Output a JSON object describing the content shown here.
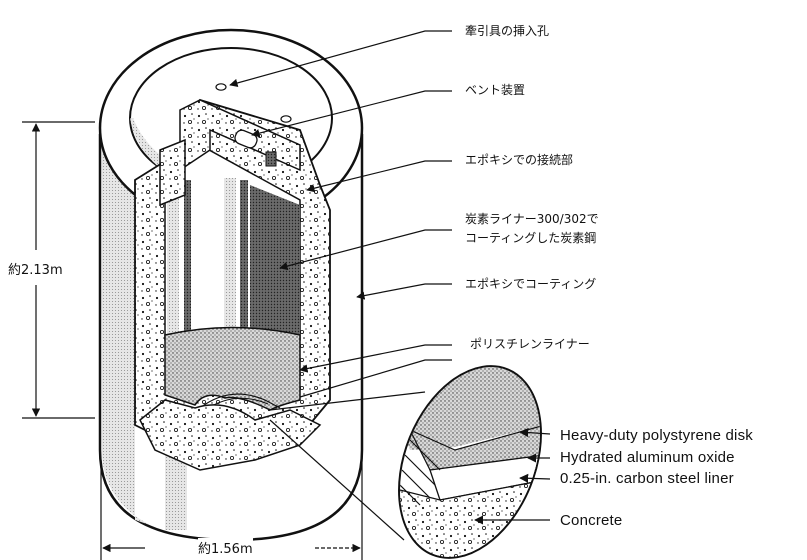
{
  "diagram": {
    "subject": "Cutaway view of cylindrical concrete waste container",
    "callouts_jp": [
      {
        "id": "lifting-hole",
        "text": "牽引具の挿入孔"
      },
      {
        "id": "vent",
        "text": "ベント装置"
      },
      {
        "id": "epoxy-joint",
        "text": "エポキシでの接続部"
      },
      {
        "id": "carbon-steel",
        "line1": "炭素ライナー300/302で",
        "line2": "コーティングした炭素鋼"
      },
      {
        "id": "epoxy-coating",
        "text": "エポキシでコーティング"
      },
      {
        "id": "polystyrene-liner",
        "text": "ポリスチレンライナー"
      }
    ],
    "detail_callouts_en": [
      {
        "id": "polystyrene-disk",
        "text": "Heavy-duty polystyrene disk"
      },
      {
        "id": "aluminum-oxide",
        "text": "Hydrated aluminum oxide"
      },
      {
        "id": "steel-liner",
        "text": "0.25-in. carbon steel liner"
      },
      {
        "id": "concrete",
        "text": "Concrete"
      }
    ],
    "dimensions": {
      "height": "約2.13m",
      "diameter": "約1.56m"
    },
    "colors": {
      "ink": "#111111",
      "background": "#ffffff",
      "shade_light": "#cfcfcf",
      "shade_dark": "#555555"
    }
  }
}
